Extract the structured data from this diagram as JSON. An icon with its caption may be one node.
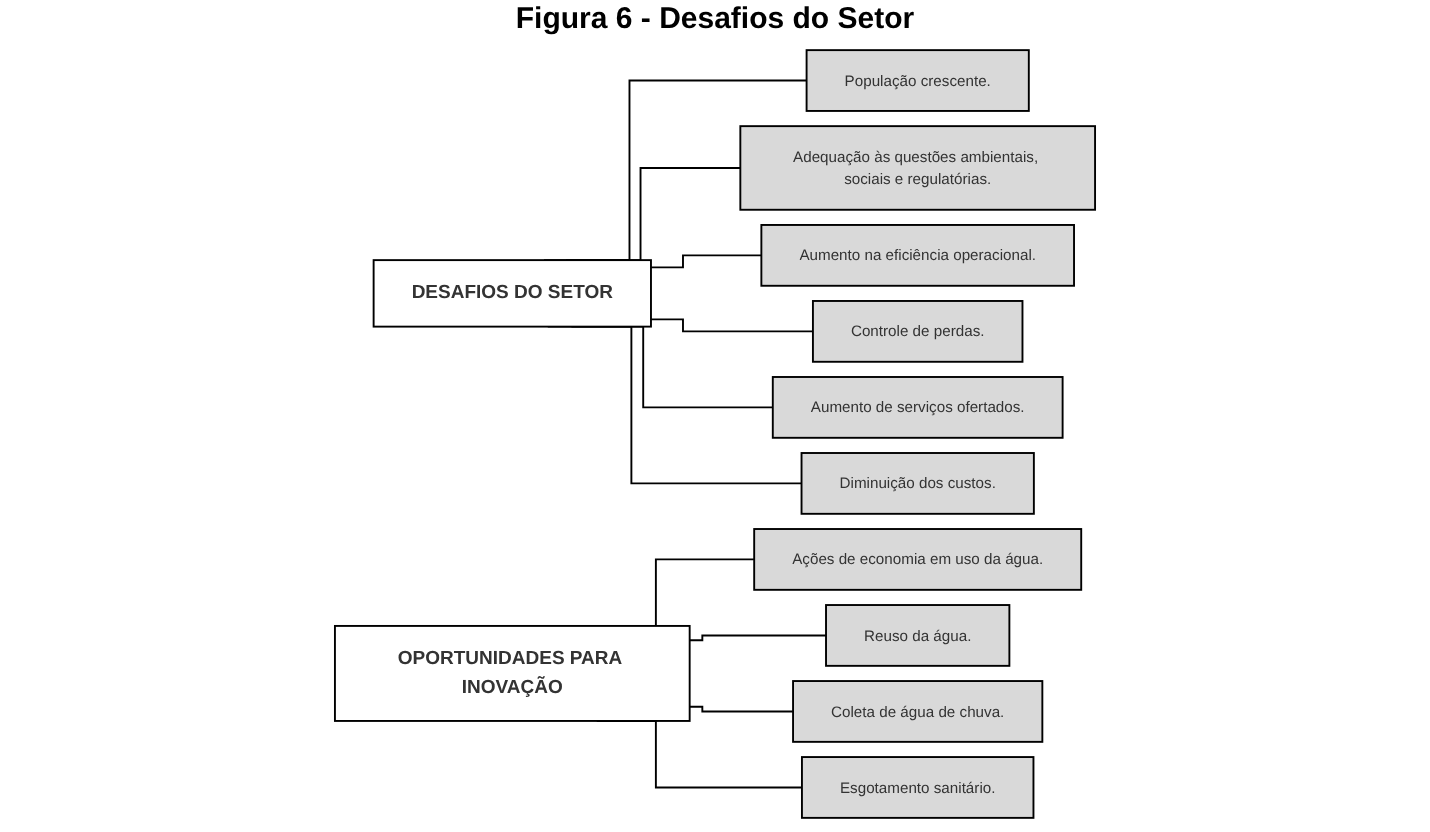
{
  "diagram": {
    "title": "Figura 6 - Desafios do Setor",
    "nodes": [
      {
        "text": [
          "DESAFIOS DO SETOR"
        ]
      },
      {
        "text": [
          "População crescente."
        ]
      },
      {
        "text": [
          "Adequação às questões ambientais, sociais e regulatórias."
        ]
      },
      {
        "text": [
          "Aumento na eficiência operacional."
        ]
      },
      {
        "text": [
          "Controle de perdas."
        ]
      },
      {
        "text": [
          "Aumento de serviços ofertados."
        ]
      },
      {
        "text": [
          "Diminuição dos custos."
        ]
      },
      {
        "text": [
          "OPORTUNIDADES PARA INOVAÇÃO"
        ]
      },
      {
        "text": [
          "Ações de economia em uso da água."
        ]
      },
      {
        "text": [
          "Reuso da água."
        ]
      },
      {
        "text": [
          "Coleta de água de chuva."
        ]
      },
      {
        "text": [
          "Esgotamento sanitário."
        ]
      }
    ],
    "edges": [
      {
        "from": 0,
        "to": 1,
        "arrow": "none"
      },
      {
        "from": 0,
        "to": 2,
        "arrow": "none"
      },
      {
        "from": 0,
        "to": 3,
        "arrow": "none"
      },
      {
        "from": 0,
        "to": 4,
        "arrow": "none"
      },
      {
        "from": 0,
        "to": 5,
        "arrow": "none"
      },
      {
        "from": 0,
        "to": 6,
        "arrow": "none"
      },
      {
        "from": 7,
        "to": 8,
        "arrow": "none"
      },
      {
        "from": 7,
        "to": 9,
        "arrow": "none"
      },
      {
        "from": 7,
        "to": 10,
        "arrow": "none"
      },
      {
        "from": 7,
        "to": 11,
        "arrow": "none"
      }
    ]
  }
}
